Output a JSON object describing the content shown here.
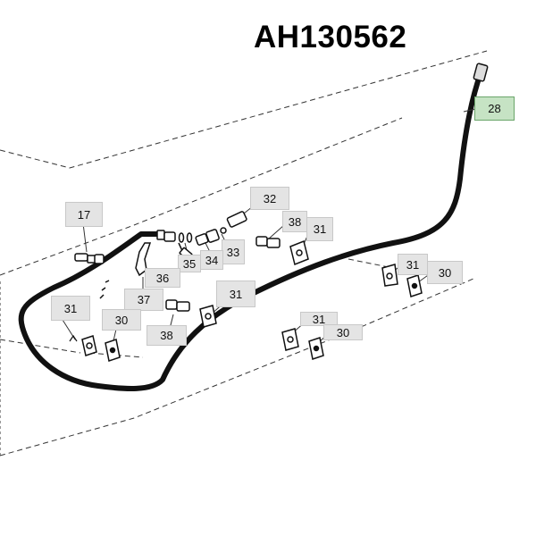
{
  "title": "AH130562",
  "colors": {
    "label_fill": "#e4e4e4",
    "label_border": "#c8c8c8",
    "highlight_fill": "#c6e3c4",
    "highlight_border": "#6aa56a",
    "line": "#111111"
  },
  "callouts": [
    {
      "id": "c28",
      "text": "28",
      "highlight": true
    },
    {
      "id": "c17",
      "text": "17"
    },
    {
      "id": "c32",
      "text": "32"
    },
    {
      "id": "c38a",
      "text": "38"
    },
    {
      "id": "c31a",
      "text": "31"
    },
    {
      "id": "c33",
      "text": "33"
    },
    {
      "id": "c34",
      "text": "34"
    },
    {
      "id": "c35",
      "text": "35"
    },
    {
      "id": "c36",
      "text": "36"
    },
    {
      "id": "c37",
      "text": "37"
    },
    {
      "id": "c31b",
      "text": "31"
    },
    {
      "id": "c30a",
      "text": "30"
    },
    {
      "id": "c38b",
      "text": "38"
    },
    {
      "id": "c31c",
      "text": "31"
    },
    {
      "id": "c31d",
      "text": "31"
    },
    {
      "id": "c30b",
      "text": "30"
    },
    {
      "id": "c31e",
      "text": "31"
    },
    {
      "id": "c30c",
      "text": "30"
    }
  ]
}
